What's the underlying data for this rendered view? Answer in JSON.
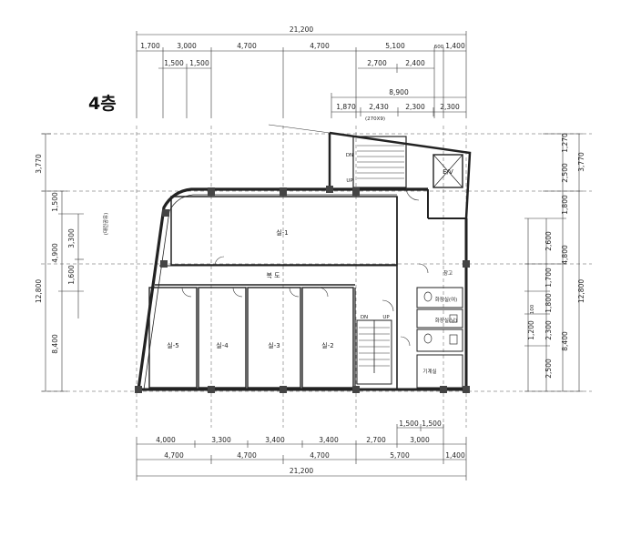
{
  "floor_title": "4층",
  "top_dims": {
    "total": "21,200",
    "row1": [
      "1,700",
      "3,000",
      "4,700",
      "4,700",
      "5,100",
      "600",
      "1,400"
    ],
    "row2": [
      "1,500",
      "1,500",
      "2,700",
      "2,400"
    ],
    "row3": "8,900",
    "row4": [
      "1,870",
      "2,430",
      "2,300",
      "2,300"
    ],
    "note": "(270X9)"
  },
  "bottom_dims": {
    "row1": [
      "1,500",
      "1,500"
    ],
    "row2": [
      "4,000",
      "3,300",
      "3,400",
      "3,400",
      "2,700",
      "3,000"
    ],
    "row3": [
      "4,700",
      "4,700",
      "4,700",
      "5,700",
      "1,400"
    ],
    "total": "21,200"
  },
  "left_dims": {
    "outer": [
      "3,770",
      "12,800"
    ],
    "middle": [
      "1,500",
      "4,900",
      "8,400"
    ],
    "inner": [
      "3,300",
      "1,600"
    ],
    "label": "(대린공유)"
  },
  "right_dims": {
    "outer": [
      "1,270",
      "2,500",
      "3,770",
      "12,800"
    ],
    "middle": [
      "1,800",
      "4,800",
      "8,400"
    ],
    "inner": [
      "2,600",
      "1,700",
      "1,800",
      "1,200",
      "2,300",
      "2,500"
    ],
    "small": "100"
  },
  "rooms": {
    "main": "실-1",
    "corridor": "복 도",
    "small": [
      "실-5",
      "실-4",
      "실-3",
      "실-2"
    ],
    "elevator": "E/V",
    "utility": "기계실",
    "toilet_a": "화장실(여)",
    "toilet_b": "화장실(남)",
    "storage": "창고"
  },
  "stair_labels": {
    "dn": "DN",
    "up": "UP"
  }
}
